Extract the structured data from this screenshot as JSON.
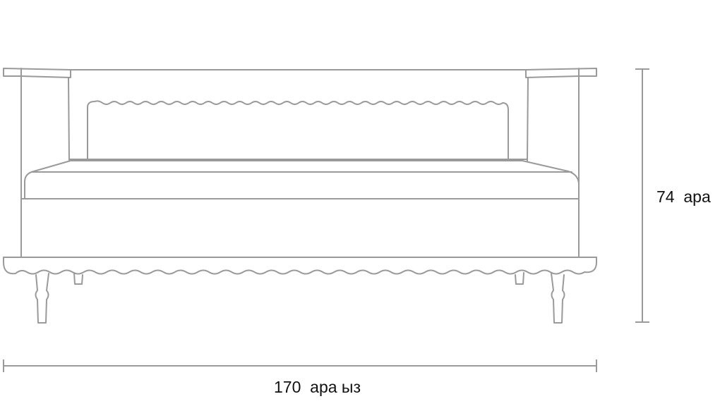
{
  "drawing": {
    "subject": "sofa",
    "dimensions": {
      "width_label": "170  ара ыз",
      "height_label": "74  ара"
    },
    "line_color": "#9a9a9a"
  }
}
